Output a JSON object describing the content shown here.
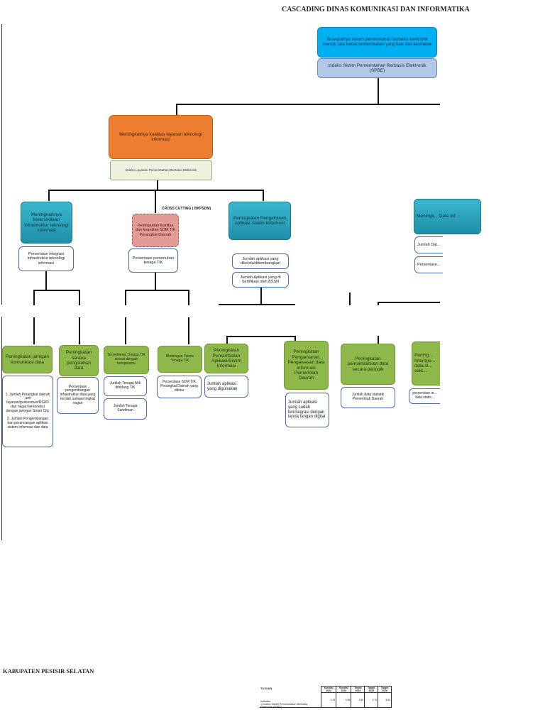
{
  "header": {
    "title": "CASCADING DINAS KOMUNIKASI DAN INFORMATIKA",
    "footer_title": "KABUPATEN PESISIR SELATAN"
  },
  "goal": {
    "text": "Terwujudnya  sistem pemerintahan berbasis elektronik menuju tata kelola pemerintahan yang baik dan akuntabel",
    "indicator": "Indeks Sistim Pemerintahan Berbasis Elektronik (SPBE)"
  },
  "objective": {
    "text": "Meningkatnya kualitas layanan teknologi informasi",
    "indicator": "Indeks  Layanan Pemerintahan Berbasis Elektronik"
  },
  "cross_cutting": "CROSS CUTTING ( BKPSDM)",
  "level3": [
    {
      "text": "Meningkatknya ketersediaan infrastruktur teknologi informasi",
      "indicators": [
        "Persentase integrasi infrastruktur teknologi informasi"
      ]
    },
    {
      "text": "Peningkatan kualitas dan kuantitas SDM TIK Perangkat Daerah",
      "indicators": [
        "Persentase pemenuhan tenaga TIK"
      ]
    },
    {
      "text": "Peningkatan Pengelolaan aplikasi /sistim informasi",
      "indicators": [
        "Jumlah aplikasi yang dikelola/dikembangkan",
        "Jumlah Aplikasi yang di Sertifikasi oleh BSSN"
      ]
    },
    {
      "text": "Meningk... Data Inf...",
      "indicators": [
        "Jumlah Dat...",
        "Persentase..."
      ]
    }
  ],
  "level4": [
    {
      "text": "Peningkatan jaringan komunikasi data",
      "indicator": "1. Jumlah Perangkat daerah ,unit layanan/puskesmas/RSUD dan nagari terkoneksi dengan jaringan Smart City\n\n2. Jumlah Pengembangan dan perancangan aplikasi sistem informasi dan data"
    },
    {
      "text": "Peningkatan sarana pengolahan data",
      "indicator": "Persentase pengembangan infrastruktur data yang terolah sampai tingkat nagari"
    },
    {
      "text": "Tersedianya Tenaga TIK sesuai dengan kompetensi",
      "indicators": [
        "Jumlah Tenaga Ahli dibidang TIK",
        "Jumlah Tenaga Sandiman"
      ]
    },
    {
      "text": "Bimbingan Teknis Tenaga TIK",
      "indicator": "Persentase  SDM TIK Perangkat Daerah yang dibina"
    },
    {
      "text": "Peningkatan Pemanfaatan Aplikasi/Sistim Informasi",
      "indicator": "Jumlah aplikasi yang digunakan"
    },
    {
      "text": "Peningkatan Pengamanan, Pengawasan data informasi Pemerintah Daerah",
      "indicator": "Jumlah aplikasi yang sudah terintegrasi dengan tanda tangan digital"
    },
    {
      "text": "Peningkatan pemukhtahiran data secara periodik",
      "indicator": "Jumlah data statistik Pemerintah Daerah"
    },
    {
      "text": "Pening... Interope... data st... sekt...",
      "indicator": "persentase in... data statis..."
    }
  ],
  "table": {
    "header": [
      "TUJUAN",
      "Kondisi 2022",
      "Kondisi 2023",
      "Target 2024",
      "Target 2025",
      "Target 2026"
    ],
    "row_label": "Indikator\n1.Indeks Sistim Pemerintahan Berbasis Elektronik (SPBE)",
    "values": [
      "3,29",
      "3,35",
      "3,55",
      "3,70",
      "3,90"
    ]
  },
  "colors": {
    "goal": "#00b0f0",
    "goal_indicator": "#b4c7e7",
    "objective": "#ed7d31",
    "level3": "#2ba6c0",
    "sdm": "#e39b96",
    "level4": "#8fb84b"
  }
}
